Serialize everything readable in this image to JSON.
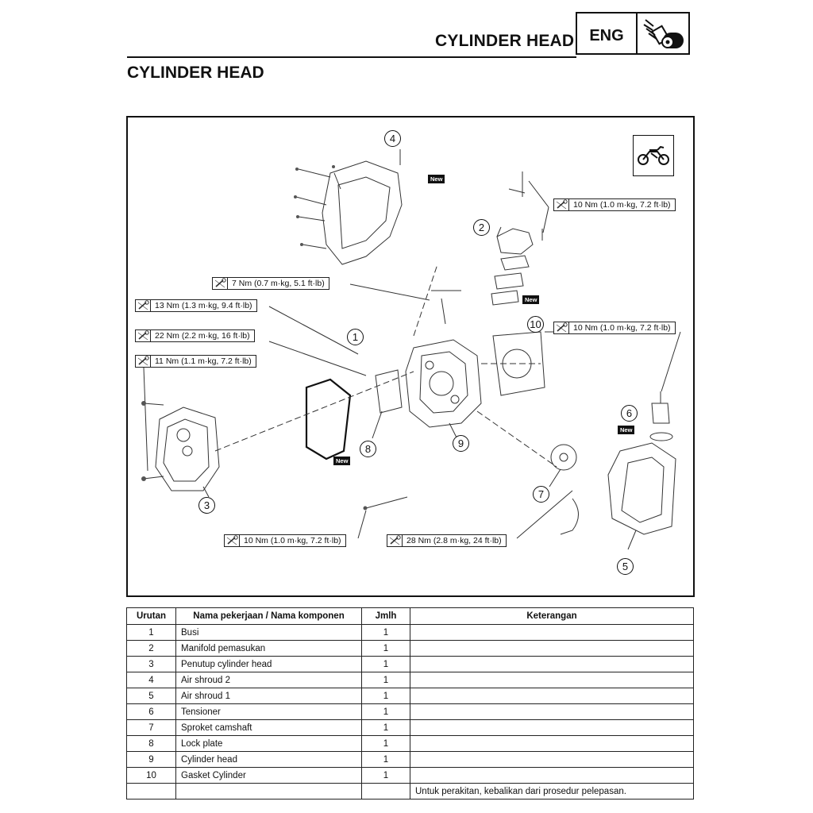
{
  "header": {
    "section_title": "CYLINDER HEAD",
    "badge": "ENG",
    "badge_icon": "engine-icon"
  },
  "page_title": "CYLINDER HEAD",
  "figure": {
    "new_label": "New",
    "torque_specs": [
      {
        "id": "t1",
        "text": "10 Nm (1.0 m·kg, 7.2 ft·lb)"
      },
      {
        "id": "t2",
        "text": "7 Nm (0.7 m·kg, 5.1 ft·lb)"
      },
      {
        "id": "t3",
        "text": "13 Nm (1.3 m·kg, 9.4 ft·lb)"
      },
      {
        "id": "t4",
        "text": "10 Nm (1.0 m·kg, 7.2 ft·lb)"
      },
      {
        "id": "t5",
        "text": "22 Nm (2.2 m·kg, 16  ft·lb)"
      },
      {
        "id": "t6",
        "text": "11 Nm (1.1 m·kg, 7.2 ft·lb)"
      },
      {
        "id": "t7",
        "text": "10 Nm (1.0 m·kg, 7.2 ft·lb)"
      },
      {
        "id": "t8",
        "text": "28 Nm (2.8 m·kg, 24  ft·lb)"
      }
    ],
    "callouts": [
      "1",
      "2",
      "3",
      "4",
      "5",
      "6",
      "7",
      "8",
      "9",
      "10"
    ]
  },
  "table": {
    "headers": [
      "Urutan",
      "Nama pekerjaan / Nama komponen",
      "Jmlh",
      "Keterangan"
    ],
    "rows": [
      {
        "no": "1",
        "name": "Busi",
        "qty": "1",
        "note": ""
      },
      {
        "no": "2",
        "name": "Manifold pemasukan",
        "qty": "1",
        "note": ""
      },
      {
        "no": "3",
        "name": "Penutup cylinder head",
        "qty": "1",
        "note": ""
      },
      {
        "no": "4",
        "name": "Air shroud 2",
        "qty": "1",
        "note": ""
      },
      {
        "no": "5",
        "name": "Air shroud 1",
        "qty": "1",
        "note": ""
      },
      {
        "no": "6",
        "name": "Tensioner",
        "qty": "1",
        "note": ""
      },
      {
        "no": "7",
        "name": "Sproket camshaft",
        "qty": "1",
        "note": ""
      },
      {
        "no": "8",
        "name": "Lock plate",
        "qty": "1",
        "note": ""
      },
      {
        "no": "9",
        "name": "Cylinder head",
        "qty": "1",
        "note": ""
      },
      {
        "no": "10",
        "name": "Gasket Cylinder",
        "qty": "1",
        "note": ""
      }
    ],
    "footer_note": "Untuk perakitan, kebalikan dari prosedur pelepasan."
  }
}
